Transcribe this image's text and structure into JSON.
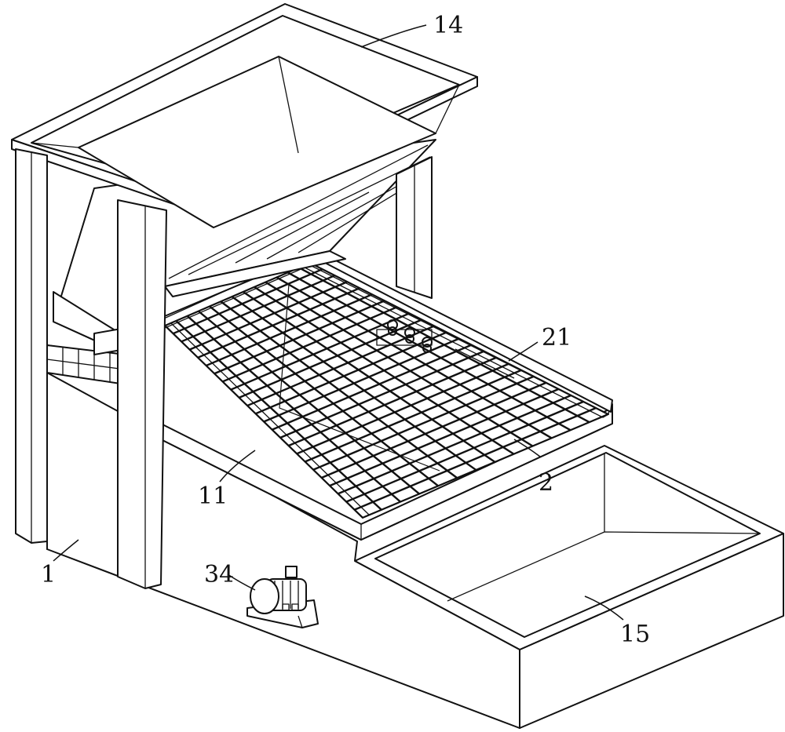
{
  "labels": {
    "frame": "1",
    "screen_box": "2",
    "mesh": "11",
    "hopper": "14",
    "collection_tank": "15",
    "side_rail": "21",
    "motor": "34"
  }
}
